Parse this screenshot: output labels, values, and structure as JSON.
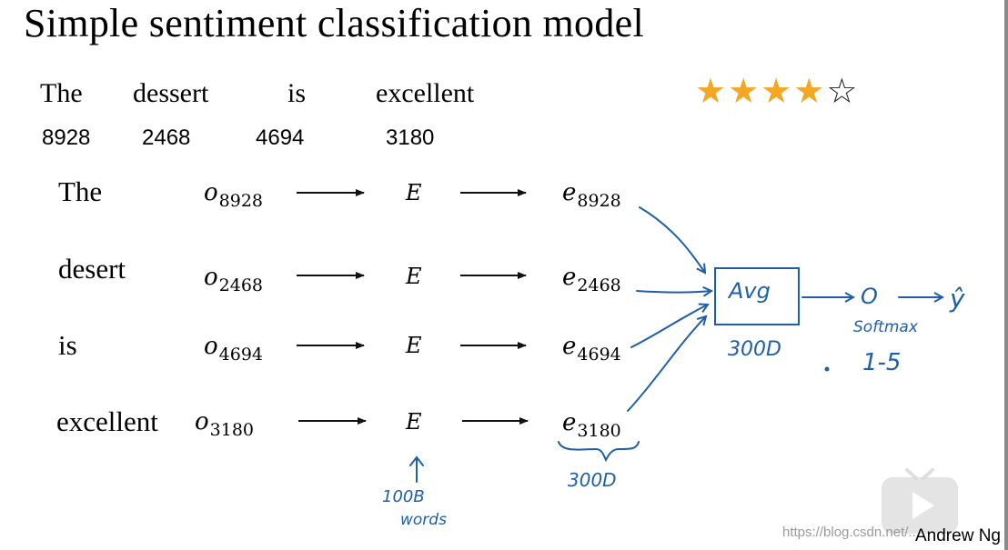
{
  "title": "Simple sentiment classification model",
  "sentence": {
    "words": [
      "The",
      "dessert",
      "is",
      "excellent"
    ],
    "indices": [
      "8928",
      "2468",
      "4694",
      "3180"
    ]
  },
  "rating": {
    "filled": 4,
    "total": 5,
    "full_star": "★",
    "empty_star": "☆",
    "star_color": "#f5a623"
  },
  "rows": [
    {
      "word": "The",
      "one_hot": "o",
      "one_hot_sub": "8928",
      "matrix": "E",
      "embedding": "e",
      "embedding_sub": "8928"
    },
    {
      "word": "desert",
      "one_hot": "o",
      "one_hot_sub": "2468",
      "matrix": "E",
      "embedding": "e",
      "embedding_sub": "2468"
    },
    {
      "word": "is",
      "one_hot": "o",
      "one_hot_sub": "4694",
      "matrix": "E",
      "embedding": "e",
      "embedding_sub": "4694"
    },
    {
      "word": "excellent",
      "one_hot": "o",
      "one_hot_sub": "3180",
      "matrix": "E",
      "embedding": "e",
      "embedding_sub": "3180"
    }
  ],
  "annotations": {
    "avg_label": "Avg",
    "avg_dim": "300D",
    "output_node": "O",
    "softmax_label": "Softmax",
    "softmax_range": "1-5",
    "y_hat": "ŷ",
    "vocab_line1": "100B",
    "vocab_line2": "words",
    "embedding_dim": "300D",
    "ink_color": "#1f5fa8"
  },
  "credit": "Andrew Ng",
  "watermark": "https://blog.csdn.net/..."
}
